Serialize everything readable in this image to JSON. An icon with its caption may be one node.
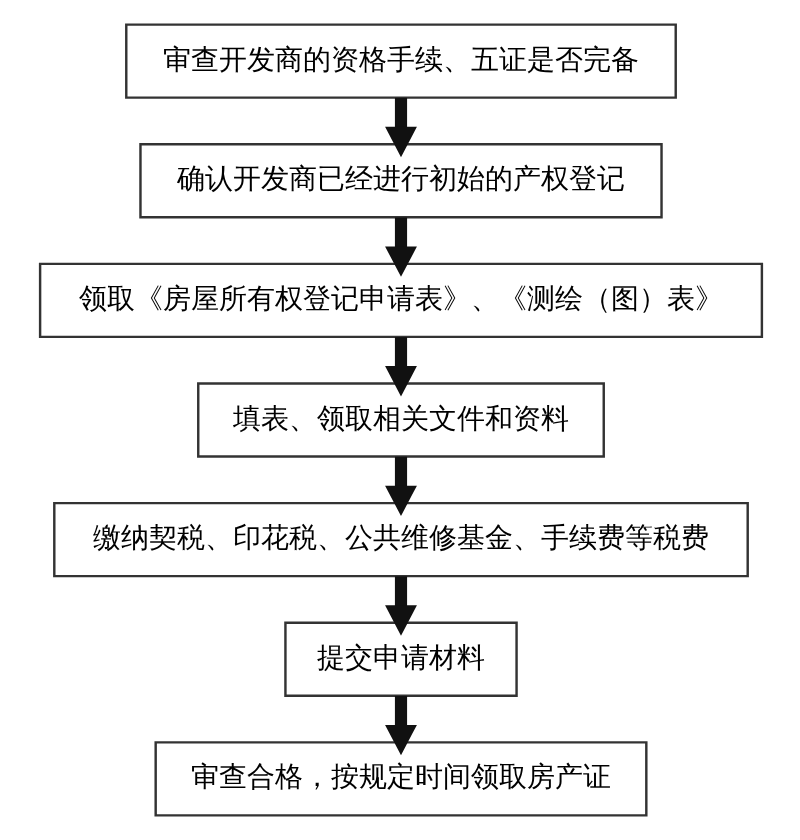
{
  "diagram": {
    "nodes": [
      {
        "text": [
          "审查开发商的资格手续、五证是否完备"
        ]
      },
      {
        "text": [
          "确认开发商已经进行初始的产权登记"
        ]
      },
      {
        "text": [
          "领取《房屋所有权登记申请表》、《测绘（图）表》"
        ]
      },
      {
        "text": [
          "填表、领取相关文件和资料"
        ]
      },
      {
        "text": [
          "缴纳契税、印花税、公共维修基金、手续费等税费"
        ]
      },
      {
        "text": [
          "提交申请材料"
        ]
      },
      {
        "text": [
          "审查合格，按规定时间领取房产证"
        ]
      }
    ],
    "edges": [
      {
        "from": 0,
        "to": 1,
        "arrow": "to"
      },
      {
        "from": 1,
        "to": 2,
        "arrow": "to"
      },
      {
        "from": 2,
        "to": 3,
        "arrow": "to"
      },
      {
        "from": 3,
        "to": 4,
        "arrow": "to"
      },
      {
        "from": 4,
        "to": 5,
        "arrow": "to"
      },
      {
        "from": 5,
        "to": 6,
        "arrow": "to"
      }
    ]
  }
}
